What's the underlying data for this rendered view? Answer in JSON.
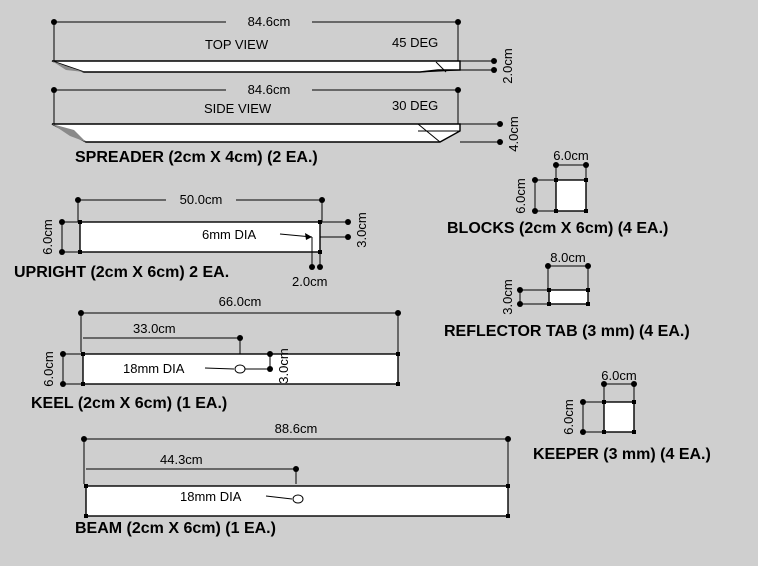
{
  "colors": {
    "background": "#cfcfcf",
    "board": "#ffffff",
    "ink": "#000000"
  },
  "spreader": {
    "top_length": "84.6cm",
    "top_view_label": "TOP VIEW",
    "top_angle": "45 DEG",
    "top_thickness": "2.0cm",
    "side_length": "84.6cm",
    "side_view_label": "SIDE VIEW",
    "side_angle": "30 DEG",
    "side_thickness": "4.0cm",
    "caption": "SPREADER (2cm X 4cm) (2 EA.)"
  },
  "upright": {
    "length": "50.0cm",
    "height_left": "6.0cm",
    "hole": "6mm DIA",
    "hole_height": "3.0cm",
    "hole_offset": "2.0cm",
    "caption": "UPRIGHT (2cm X 6cm) 2 EA."
  },
  "keel": {
    "length": "66.0cm",
    "half_length": "33.0cm",
    "height_left": "6.0cm",
    "hole": "18mm DIA",
    "hole_height": "3.0cm",
    "caption": "KEEL (2cm X 6cm) (1 EA.)"
  },
  "beam": {
    "length": "88.6cm",
    "half_length": "44.3cm",
    "hole": "18mm DIA",
    "caption": "BEAM (2cm X 6cm) (1 EA.)"
  },
  "blocks": {
    "width": "6.0cm",
    "height": "6.0cm",
    "caption": "BLOCKS (2cm X 6cm) (4 EA.)"
  },
  "reflector_tab": {
    "width": "8.0cm",
    "height": "3.0cm",
    "caption": "REFLECTOR TAB (3 mm) (4 EA.)"
  },
  "keeper": {
    "width": "6.0cm",
    "height": "6.0cm",
    "caption": "KEEPER (3 mm) (4 EA.)"
  }
}
